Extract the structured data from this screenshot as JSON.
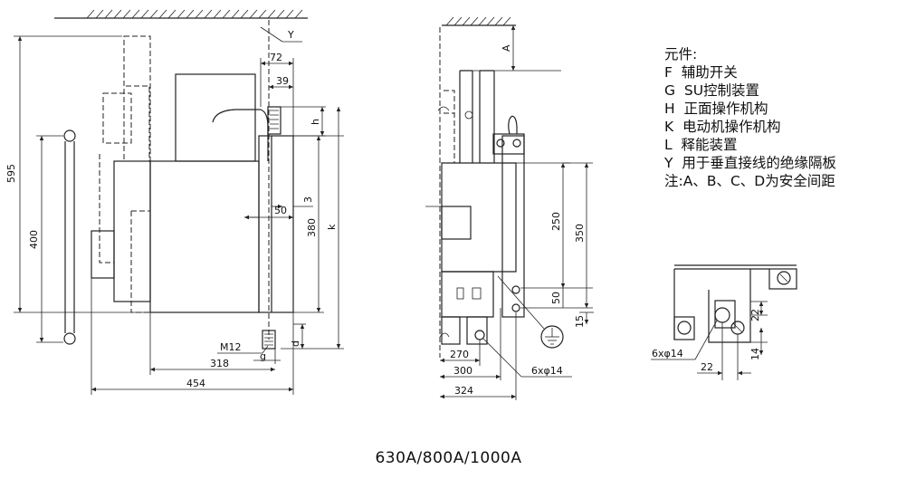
{
  "legend": {
    "title": "元件:",
    "items": [
      {
        "code": "F",
        "text": "辅助开关"
      },
      {
        "code": "G",
        "text": "SU控制装置"
      },
      {
        "code": "H",
        "text": "正面操作机构"
      },
      {
        "code": "K",
        "text": "电动机操作机构"
      },
      {
        "code": "L",
        "text": "释能装置"
      },
      {
        "code": "Y",
        "text": "用于垂直接线的绝缘隔板"
      }
    ],
    "note": "注:A、B、C、D为安全间距"
  },
  "caption": "630A/800A/1000A",
  "side_view": {
    "dims": {
      "d72": "72",
      "d39": "39",
      "h": "h",
      "Y": "Y",
      "d595": "595",
      "d400": "400",
      "d3": "3",
      "d50": "50",
      "d380": "380",
      "k": "k",
      "M12": "M12",
      "g": "g",
      "d": "d",
      "d318": "318",
      "d454": "454"
    }
  },
  "front_view": {
    "dims": {
      "A": "A",
      "d250": "250",
      "d350": "350",
      "d50": "50",
      "d15": "15",
      "d270": "270",
      "d300": "300",
      "d324": "324",
      "holes": "6xφ14"
    }
  },
  "detail_view": {
    "dims": {
      "d22a": "22",
      "d14": "14",
      "d22b": "22",
      "holes": "6xφ14"
    }
  }
}
